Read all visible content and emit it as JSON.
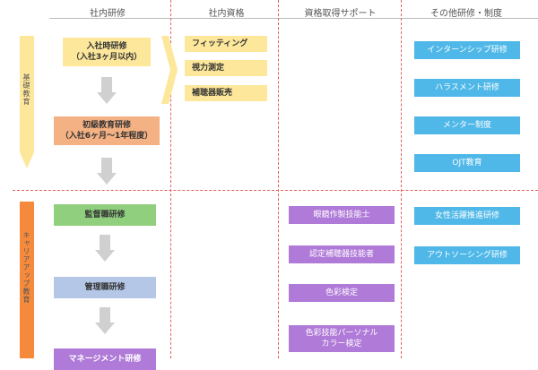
{
  "columns": [
    "社内研修",
    "社内資格",
    "資格取得サポート",
    "その他研修・制度"
  ],
  "sections": {
    "basic": "基礎教育",
    "career": "キャリアアップ教育"
  },
  "training": {
    "entry": "入社時研修\n（入社3ヶ月以内）",
    "junior": "初級教育研修\n（入社6ヶ月〜1年程度）",
    "supervisor": "監督職研修",
    "manager": "管理職研修",
    "management": "マネージメント研修"
  },
  "qualifications": [
    "フィッティング",
    "視力測定",
    "補聴器販売"
  ],
  "support": [
    "眼鏡作製技能士",
    "認定補聴器技能者",
    "色彩検定",
    "色彩技能パーソナル\nカラー検定"
  ],
  "other": [
    "インターンシップ研修",
    "ハラスメント研修",
    "メンター制度",
    "OJT教育",
    "女性活躍推進研修",
    "アウトソーシング研修"
  ],
  "colors": {
    "yellow": "#fde79a",
    "orange": "#f4b183",
    "green": "#8fcf7d",
    "blue_light": "#b4c7e7",
    "purple": "#b07ad8",
    "cyan": "#4fb8e8",
    "divider": "#e06060"
  }
}
